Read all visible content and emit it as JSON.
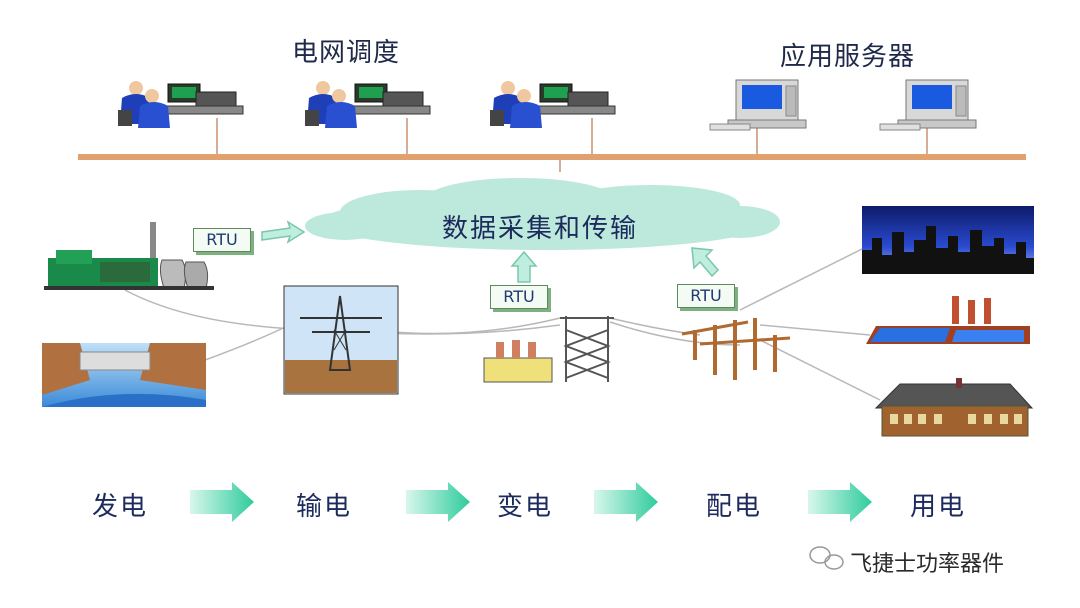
{
  "top": {
    "dispatch_title": "电网调度",
    "server_title": "应用服务器"
  },
  "cloud": {
    "label": "数据采集和传输"
  },
  "rtu_labels": [
    "RTU",
    "RTU",
    "RTU"
  ],
  "stages": [
    "发电",
    "输电",
    "变电",
    "配电",
    "用电"
  ],
  "watermark": {
    "text": "飞捷士功率器件"
  },
  "colors": {
    "bus": "#e0a070",
    "cloud": "#bde8dc",
    "arrow": "#3fd4a8",
    "text": "#1c2a5c"
  }
}
